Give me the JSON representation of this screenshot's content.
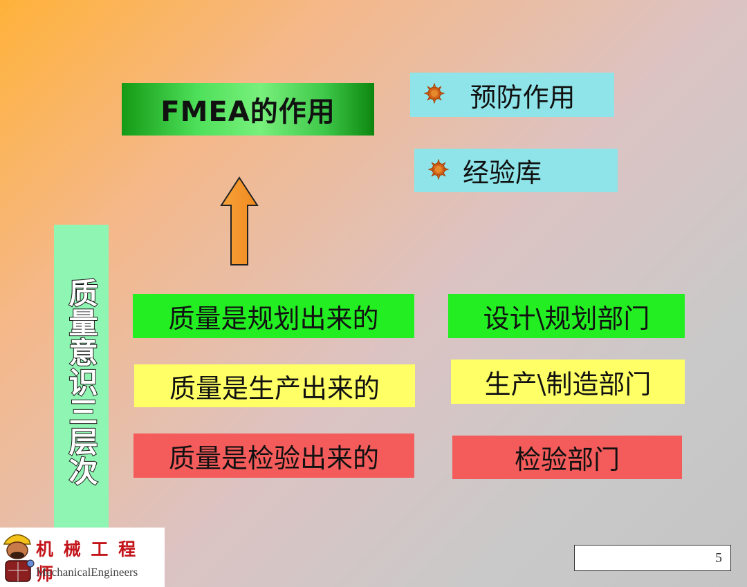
{
  "title": "FMEA的作用",
  "roles": [
    {
      "label": "预防作用",
      "bullet": "gear-bullet"
    },
    {
      "label": "经验库",
      "bullet": "gear-bullet"
    }
  ],
  "arrow_icon": "up-arrow-icon",
  "side_label": "质量意识三层次",
  "levels": [
    {
      "statement": "质量是规划出来的",
      "department": "设计\\规划部门",
      "color": "#22ee22"
    },
    {
      "statement": "质量是生产出来的",
      "department": "生产\\制造部门",
      "color": "#ffff66"
    },
    {
      "statement": "质量是检验出来的",
      "department": "检验部门",
      "color": "#f45b5b"
    }
  ],
  "logo": {
    "icon": "engineer-mascot-icon",
    "cn": "机 械 工 程 师",
    "en": "MechanicalEngineers"
  },
  "page_number": "5"
}
